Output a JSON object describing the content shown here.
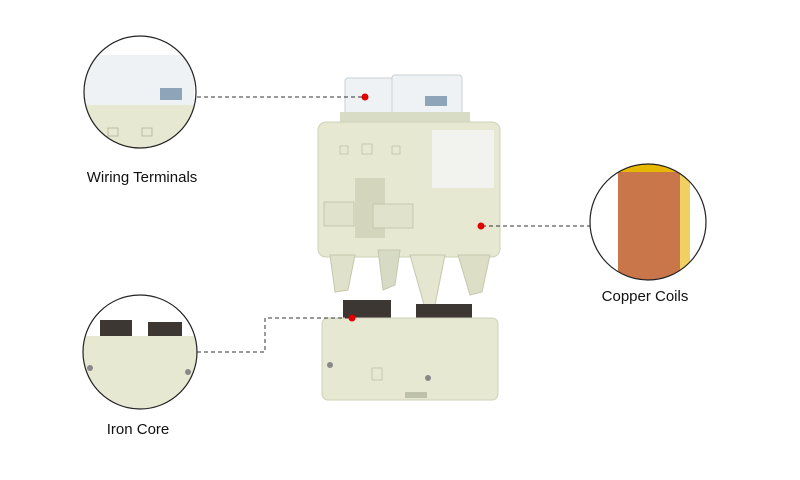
{
  "callouts": {
    "wiring": {
      "label": "Wiring Terminals"
    },
    "copper": {
      "label": "Copper Coils"
    },
    "iron": {
      "label": "Iron Core"
    }
  },
  "colors": {
    "body": "#e6e8d2",
    "body_shade": "#d3d6bd",
    "marker": "#e00000",
    "core": "#3d3733",
    "copper": "#c8764a",
    "terminal": "#eef2f4"
  }
}
